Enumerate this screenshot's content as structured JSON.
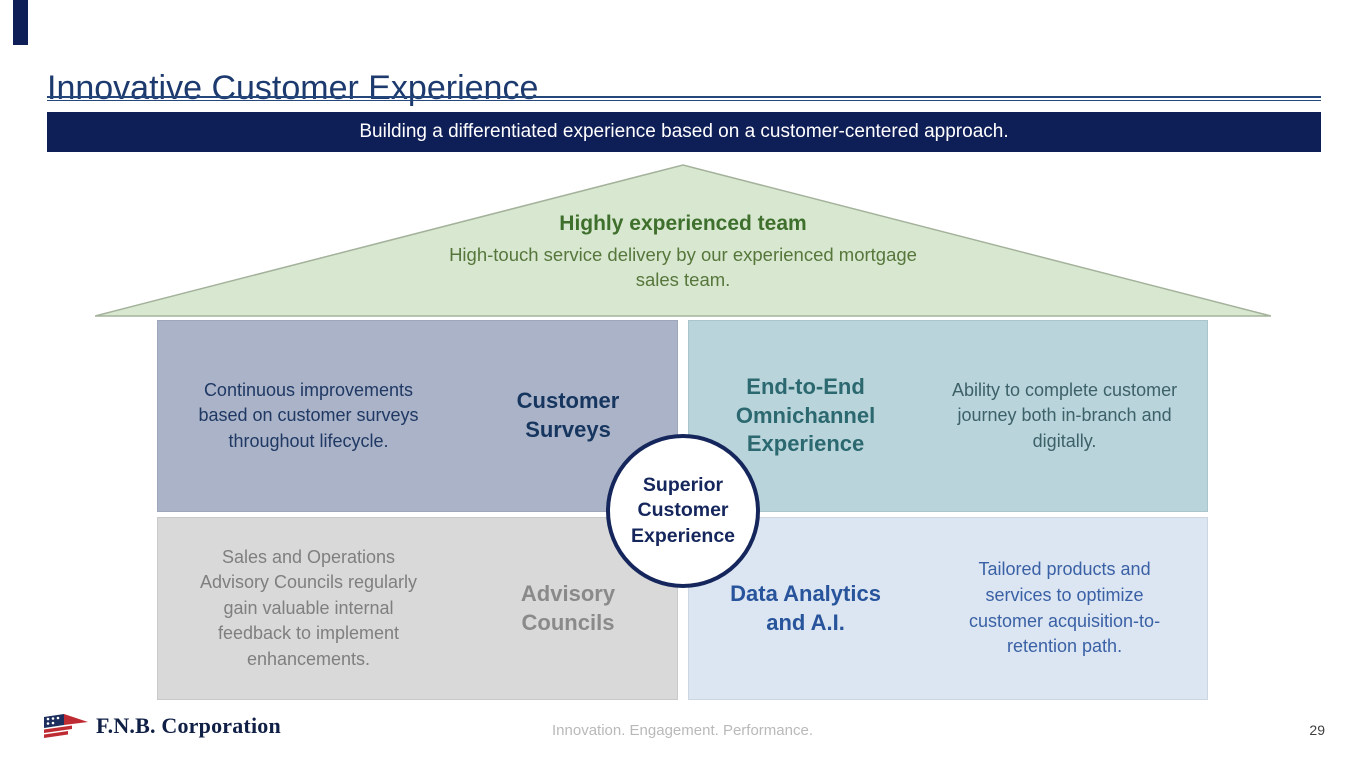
{
  "slide": {
    "title": "Innovative Customer Experience",
    "banner_text": "Building a differentiated experience based on a customer-centered approach.",
    "footer": {
      "logo_text": "F.N.B. Corporation",
      "tagline": "Innovation. Engagement. Performance.",
      "page_number": "29"
    }
  },
  "roof": {
    "heading": "Highly experienced team",
    "body": "High-touch service delivery by our experienced mortgage sales team."
  },
  "quadrants": {
    "customer_surveys": {
      "desc": "Continuous improvements based on customer surveys throughout lifecycle.",
      "label": "Customer Surveys"
    },
    "omnichannel": {
      "label": "End-to-End Omnichannel Experience",
      "desc": "Ability to complete customer journey both in-branch and digitally."
    },
    "advisory_councils": {
      "desc": "Sales and Operations Advisory Councils regularly gain valuable internal feedback to implement enhancements.",
      "label": "Advisory Councils"
    },
    "data_analytics": {
      "label": "Data Analytics and A.I.",
      "desc": "Tailored products and services to optimize customer acquisition-to-retention path."
    }
  },
  "center_circle": {
    "label": "Superior Customer Experience"
  },
  "colors": {
    "navy_banner": "#0e1e56",
    "title_navy": "#1c3a6e",
    "roof_green_bg": "#d8e8d0",
    "roof_text_green": "#4e7a31",
    "quad_top_left_bg": "#aab3c7",
    "quad_top_right_bg": "#b9d4da",
    "quad_bottom_left_bg": "#d9d9d9",
    "quad_bottom_right_bg": "#dce6f2",
    "teal_text": "#2b686f",
    "gray_text": "#7f7f7f",
    "blue_text": "#27549b",
    "circle_border_navy": "#15265c"
  }
}
